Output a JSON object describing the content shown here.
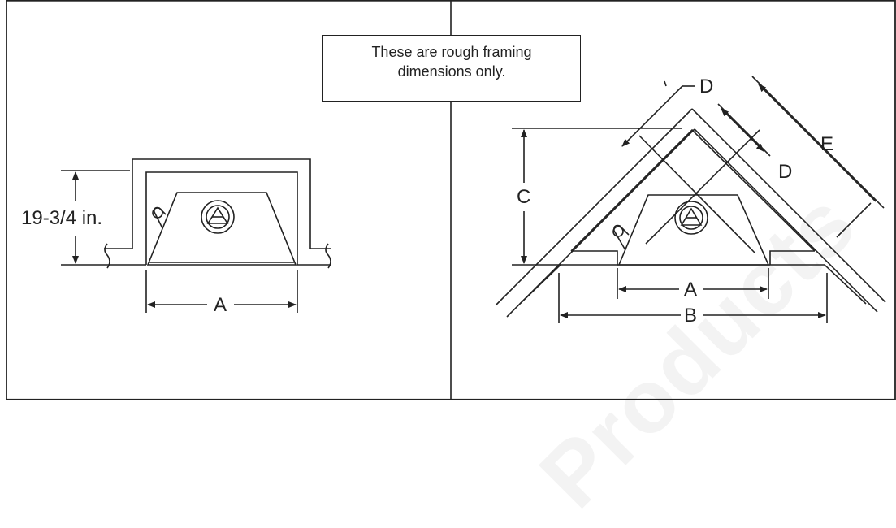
{
  "note": {
    "line1_prefix": "These are ",
    "line1_emph": "rough",
    "line1_suffix": " framing",
    "line2": "dimensions only."
  },
  "left_panel": {
    "height_label": "19-3/4 in.",
    "width_label": "A"
  },
  "right_panel": {
    "label_c": "C",
    "label_d_top": "D",
    "label_d_side": "D",
    "label_e": "E",
    "label_a": "A",
    "label_b": "B"
  },
  "watermark": "Products",
  "colors": {
    "line": "#222222",
    "watermark": "#f3f3f3"
  }
}
